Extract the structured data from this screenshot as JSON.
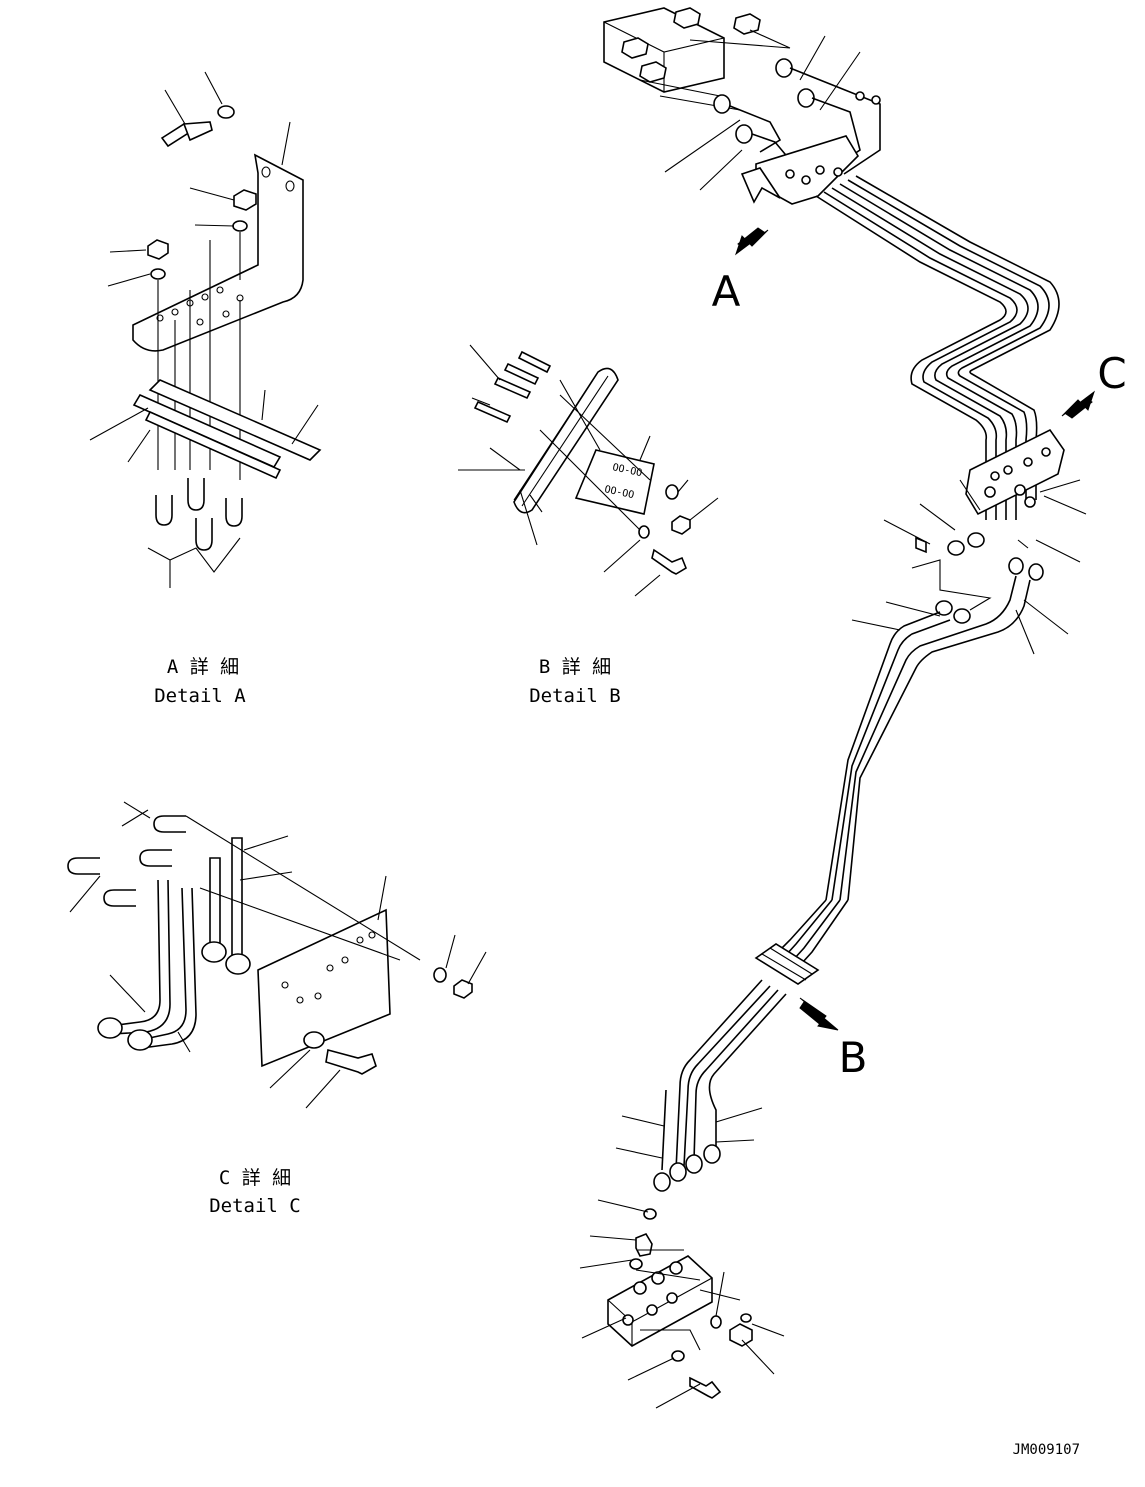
{
  "callouts": {
    "a": "A",
    "b": "B",
    "c": "C"
  },
  "details": {
    "a": {
      "title_jp": "A 詳 細",
      "title_en": "Detail A"
    },
    "b": {
      "title_jp": "B 詳 細",
      "title_en": "Detail B"
    },
    "c": {
      "title_jp": "C 詳 細",
      "title_en": "Detail C"
    }
  },
  "plate_text": {
    "top": "OO-OO",
    "bottom": "OO-OO"
  },
  "drawing_number": "JM009107"
}
